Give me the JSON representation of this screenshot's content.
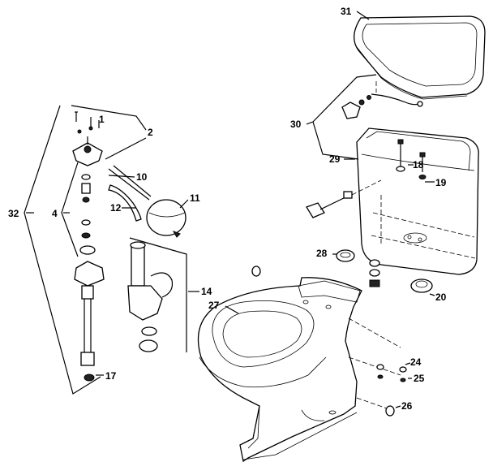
{
  "diagram": {
    "callouts": [
      {
        "id": "c1",
        "label": "1"
      },
      {
        "id": "c2",
        "label": "2"
      },
      {
        "id": "c4",
        "label": "4"
      },
      {
        "id": "c10",
        "label": "10"
      },
      {
        "id": "c11",
        "label": "11"
      },
      {
        "id": "c12",
        "label": "12"
      },
      {
        "id": "c14",
        "label": "14"
      },
      {
        "id": "c17",
        "label": "17"
      },
      {
        "id": "c18",
        "label": "18"
      },
      {
        "id": "c19",
        "label": "19"
      },
      {
        "id": "c20",
        "label": "20"
      },
      {
        "id": "c24",
        "label": "24"
      },
      {
        "id": "c25",
        "label": "25"
      },
      {
        "id": "c26",
        "label": "26"
      },
      {
        "id": "c27",
        "label": "27"
      },
      {
        "id": "c28",
        "label": "28"
      },
      {
        "id": "c29",
        "label": "29"
      },
      {
        "id": "c30",
        "label": "30"
      },
      {
        "id": "c31",
        "label": "31"
      },
      {
        "id": "c32",
        "label": "32"
      }
    ]
  }
}
